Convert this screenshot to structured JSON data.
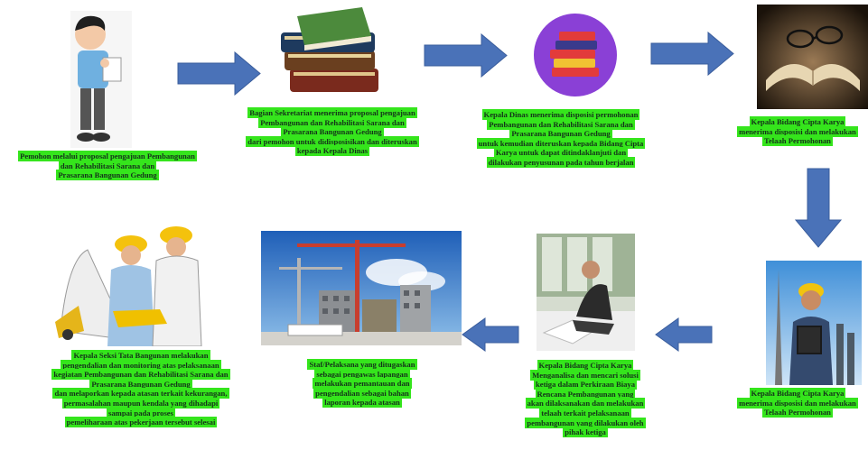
{
  "steps": [
    {
      "id": "step-1",
      "image": "person-holding-paper",
      "lines": [
        "Pemohon melalui proposal pengajuan Pembangunan",
        "dan Rehabilitasi Sarana dan",
        "Prasarana Bangunan Gedung"
      ]
    },
    {
      "id": "step-2",
      "image": "stack-of-books",
      "lines": [
        "Bagian Sekretariat menerima proposal pengajuan",
        "Pembangunan dan Rehabilitasi Sarana dan",
        "Prasarana Bangunan Gedung",
        "dari pemohon untuk didisposisikan dan diteruskan",
        "kepada Kepala Dinas"
      ]
    },
    {
      "id": "step-3",
      "image": "books-icon",
      "lines": [
        "Kepala Dinas menerima disposisi permohonan",
        "Pembangunan dan Rehabilitasi Sarana dan",
        "Prasarana Bangunan Gedung",
        "untuk kemudian diteruskan kepada Bidang Cipta",
        "Karya untuk dapat ditindaklanjuti dan",
        "dilakukan penyusunan pada tahun berjalan"
      ]
    },
    {
      "id": "step-4",
      "image": "open-book-with-glasses",
      "lines": [
        "Kepala Bidang Cipta Karya",
        "menerima disposisi dan melakukan",
        "Telaah Permohonan"
      ]
    },
    {
      "id": "step-5",
      "image": "engineer-with-clipboard",
      "lines": [
        "Kepala Bidang Cipta Karya",
        "menerima disposisi dan melakukan",
        "Telaah Permohonan"
      ]
    },
    {
      "id": "step-6",
      "image": "engineer-working-on-floor",
      "lines": [
        "Kepala Bidang Cipta Karya",
        "Menganalisa dan mencari solusi",
        "ketiga dalam Perkiraan Biaya",
        "Rencana Pembangunan yang",
        "akan dilaksanakan dan melakukan",
        "telaah terkait pelaksanaan",
        "pembangunan yang dilakukan oleh",
        "pihak ketiga"
      ]
    },
    {
      "id": "step-7",
      "image": "construction-site-cranes",
      "lines": [
        "Staf/Pelaksana yang ditugaskan",
        "sebagai pengawas lapangan",
        "melakukan pemantauan dan",
        "pengendalian sebagai bahan",
        "laporan kepada atasan"
      ]
    },
    {
      "id": "step-8",
      "image": "engineers-reviewing-plans",
      "lines": [
        "Kepala Seksi Tata Bangunan melakukan",
        "pengendalian dan monitoring atas pelaksanaan",
        "kegiatan Pembangunan dan Rehabilitasi Sarana dan",
        "Prasarana Bangunan Gedung",
        "dan melaporkan kepada atasan terkait kekurangan,",
        "permasalahan maupun kendala yang dihadapi",
        "sampai pada proses",
        "pemeliharaan atas pekerjaan tersebut selesai"
      ]
    }
  ],
  "colors": {
    "arrow": "#4a72b8",
    "highlight": "#35e51c"
  }
}
